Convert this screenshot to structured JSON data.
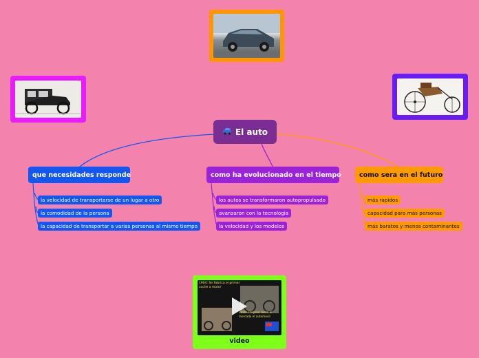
{
  "central": {
    "icon": "car-icon",
    "label": "El auto"
  },
  "branches": [
    {
      "title": "que necesidades responde",
      "color": "#1457f0",
      "items": [
        "la velocidad de transportarse de un lugar a otro",
        "la comodidad de la persona",
        "la capacidad de transportar a varias personas al mismo tiempo"
      ]
    },
    {
      "title": "como ha evolucionado en el tiempo",
      "color": "#9b22d6",
      "items": [
        "los autos se transformaron autopropulsado",
        "avanzaron con la tecnologia",
        "la velocidad y los modelos"
      ]
    },
    {
      "title": "como sera en el futuro",
      "color": "#ff9b00",
      "items": [
        "más rapidos",
        "capacidad para más personas",
        "más baratos y menos contaminantes"
      ]
    }
  ],
  "images": {
    "modern_car": {
      "frame_color": "#ff9500",
      "icon": "modern-car-photo"
    },
    "model_t": {
      "frame_color": "#e81cff",
      "icon": "vintage-car-photo"
    },
    "benz_motorwagen": {
      "frame_color": "#6a1cf5",
      "icon": "benz-motorwagen-photo"
    }
  },
  "video": {
    "frame_color": "#7dff1a",
    "caption": "video",
    "thumb_text_top": "1904: Se Fabrica el primer coche a motor",
    "thumb_text_mid": "1908: Chrysler lanza al mercado el automovil",
    "icon": "play-icon"
  },
  "colors": {
    "background": "#f383ac",
    "central": "#7a2e93"
  }
}
